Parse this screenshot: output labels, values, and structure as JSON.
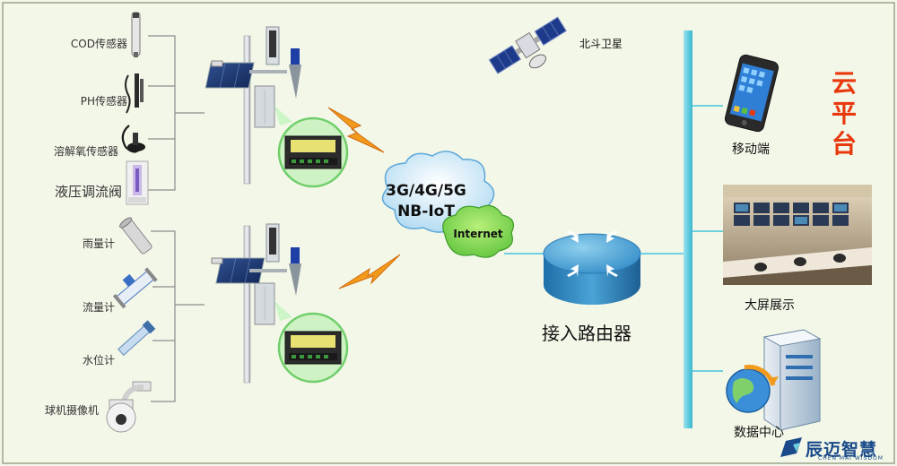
{
  "sensors": [
    {
      "id": "cod",
      "label": "COD传感器"
    },
    {
      "id": "ph",
      "label": "PH传感器"
    },
    {
      "id": "do",
      "label": "溶解氧传感器"
    },
    {
      "id": "valve",
      "label": "液压调流阀"
    },
    {
      "id": "rain",
      "label": "雨量计"
    },
    {
      "id": "flow",
      "label": "流量计"
    },
    {
      "id": "level",
      "label": "水位计"
    },
    {
      "id": "camera",
      "label": "球机摄像机"
    }
  ],
  "satellite_label": "北斗卫星",
  "cloud": {
    "line1": "3G/4G/5G",
    "line2": "NB-IoT",
    "internet": "Internet"
  },
  "router_label": "接入路由器",
  "cloud_platform_label": "云平台",
  "endpoints": [
    {
      "id": "mobile",
      "label": "移动端"
    },
    {
      "id": "display",
      "label": "大屏展示"
    },
    {
      "id": "datacenter",
      "label": "数据中心"
    }
  ],
  "brand": {
    "name": "辰迈智慧",
    "sub": "CHEN MAI WISDOM"
  },
  "colors": {
    "bus": "#6fd0e0",
    "platform": "#e8380d",
    "brand": "#1a4a8a",
    "bolt": "#f29a1c"
  }
}
